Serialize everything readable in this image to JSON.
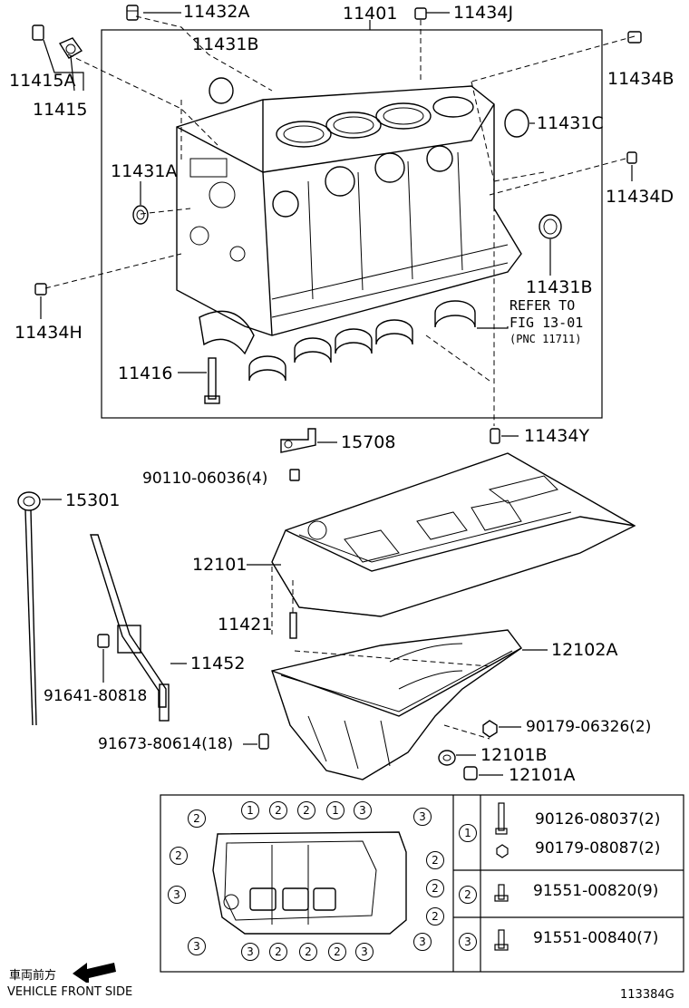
{
  "labels": {
    "p11432A": "11432A",
    "p11401": "11401",
    "p11434J": "11434J",
    "p11431B_top": "11431B",
    "p11415A": "11415A",
    "p11415": "11415",
    "p11434B": "11434B",
    "p11431C": "11431C",
    "p11431A": "11431A",
    "p11434D": "11434D",
    "p11431B_right": "11431B",
    "p11434H": "11434H",
    "p11416": "11416",
    "p15708": "15708",
    "p11434Y": "11434Y",
    "p90110": "90110-06036(4)",
    "p15301": "15301",
    "p12101": "12101",
    "p11421": "11421",
    "p12102A": "12102A",
    "p11452": "11452",
    "p91641": "91641-80818",
    "p90179_06326": "90179-06326(2)",
    "p91673": "91673-80614(18)",
    "p12101B": "12101B",
    "p12101A": "12101A"
  },
  "refer_note": {
    "line1": "REFER TO",
    "line2": "FIG 13-01",
    "line3": "(PNC 11711)"
  },
  "bolt_legend": {
    "rows": [
      {
        "key": "1",
        "items": [
          "90126-08037(2)",
          "90179-08087(2)"
        ]
      },
      {
        "key": "2",
        "items": [
          "91551-00820(9)"
        ]
      },
      {
        "key": "3",
        "items": [
          "91551-00840(7)"
        ]
      }
    ]
  },
  "pan_markers": {
    "top": [
      "2",
      "1",
      "2",
      "2",
      "1",
      "3",
      "3"
    ],
    "left": [
      "2",
      "3",
      "3"
    ],
    "right": [
      "2",
      "2",
      "2"
    ],
    "bottom": [
      "3",
      "2",
      "2",
      "2",
      "3",
      "3"
    ]
  },
  "footer": {
    "direction_jp": "車両前方",
    "direction_en": "VEHICLE FRONT SIDE",
    "figure_id": "113384G"
  }
}
